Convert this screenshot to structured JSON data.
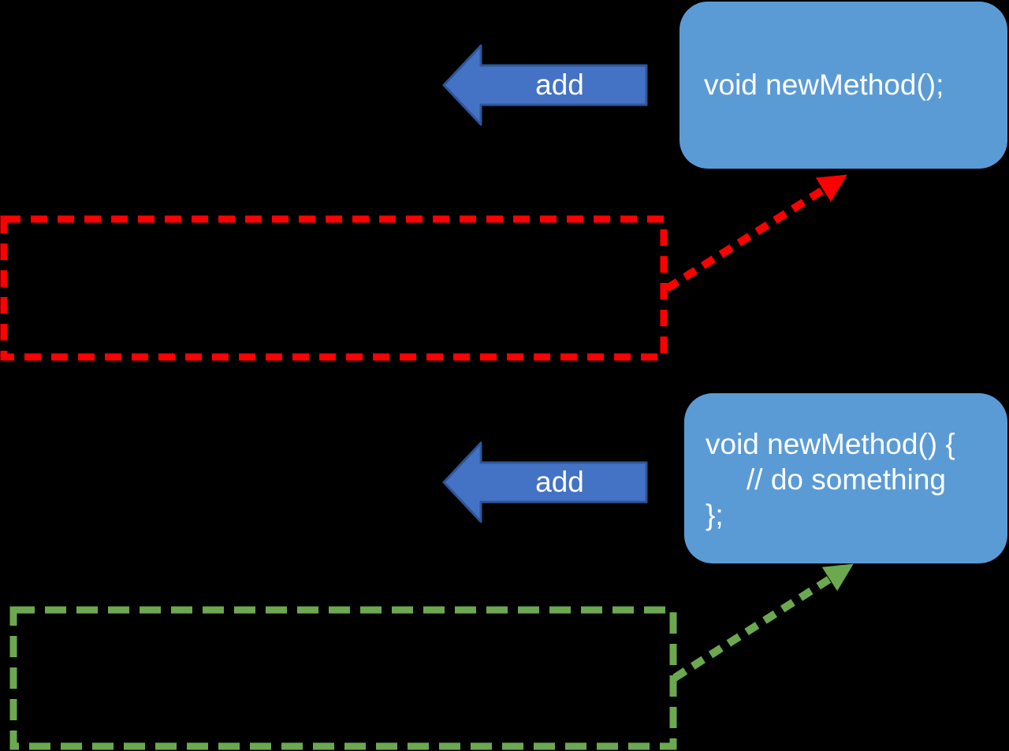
{
  "diagram": {
    "description": "refactoring-add-method-diagram",
    "background_color": "#000000",
    "colors": {
      "callout_fill": "#5B9BD5",
      "callout_text": "#FFFFFF",
      "block_arrow_fill": "#4472C4",
      "block_arrow_border": "#2E5596",
      "red_dash": "#FF0000",
      "green_dash": "#6CA850"
    },
    "top_group": {
      "callout_text": "void newMethod();",
      "arrow_label": "add"
    },
    "bottom_group": {
      "callout_lines": [
        "void newMethod() {",
        "// do something",
        "};"
      ],
      "arrow_label": "add"
    }
  }
}
